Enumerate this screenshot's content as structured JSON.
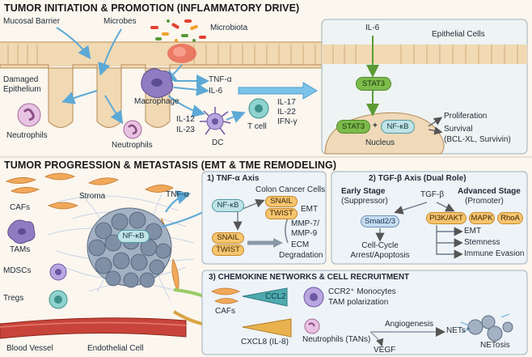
{
  "section1": {
    "title": "TUMOR INITIATION & PROMOTION (INFLAMMATORY DRIVE)",
    "mucosal_barrier": "Mucosal Barrier",
    "microbes": "Microbes",
    "microbiota": "Microbiota",
    "damaged": "Damaged",
    "epithelium": "Epithelium",
    "macrophage": "Macrophage",
    "tnf": "TNF-α",
    "il6": "IL-6",
    "il12": "IL-12",
    "il23": "IL-23",
    "dc": "DC",
    "tcell": "T cell",
    "il17": "IL-17",
    "il22": "IL-22",
    "ifn": "IFN-γ",
    "neutrophils_left": "Neutrophils",
    "neutrophils_mid": "Neutrophils",
    "epi_box": {
      "il6": "IL-6",
      "epithelial_cells": "Epithelial Cells",
      "stat3_top": "STAT3",
      "stat3_bottom": "STAT3",
      "plus": "+",
      "nfkb": "NF-κB",
      "nucleus": "Nucleus",
      "proliferation": "Proliferation",
      "survival": "Survival",
      "bcl": "(BCL-XL, Survivin)"
    }
  },
  "section2": {
    "title": "TUMOR PROGRESSION & METASTASIS (EMT & TME REMODELING)",
    "stroma": "Stroma",
    "tnf": "TNF-α",
    "cafs": "CAFs",
    "tams": "TAMs",
    "mdscs": "MDSCs",
    "tregs": "Tregs",
    "tumor_nfkb": "NF-κB",
    "blood_vessel": "Blood Vessel",
    "endothelial": "Endothelial Cell",
    "tnf_axis": {
      "title": "1) TNF-α Axis",
      "colon": "Colon Cancer Cells",
      "nfkb": "NF-κB",
      "snail1": "SNAIL",
      "twist1": "TWIST",
      "emt": "EMT",
      "snail2": "SNAIL",
      "twist2": "TWIST",
      "mmp7": "MMP-7/",
      "mmp9": "MMP-9",
      "ecm": "ECM",
      "degradation": "Degradation"
    },
    "tgf_axis": {
      "title": "2) TGF-β Axis (Dual Role)",
      "early": "Early Stage",
      "suppressor": "(Suppressor)",
      "tgfb": "TGF-β",
      "advanced": "Advanced Stage",
      "promoter": "(Promoter)",
      "smad": "Smad2/3",
      "pi3k": "PI3K/AKT",
      "mapk": "MAPK",
      "rhoa": "RhoA",
      "cellcycle": "Cell-Cycle",
      "arrest": "Arrest/Apoptosis",
      "emt": "EMT",
      "stemness": "Stemness",
      "immune": "Immune Evasion"
    },
    "chemokine": {
      "title": "3) CHEMOKINE NETWORKS & CELL RECRUITMENT",
      "cafs": "CAFs",
      "ccl2": "CCL2",
      "ccr2": "CCR2⁺ Monocytes",
      "tam_pol": "TAM polarization",
      "cxcl8": "CXCL8 (IL-8)",
      "neutrophils": "Neutrophils (TANs)",
      "angiogenesis": "Angiogenesis",
      "vegf": "VEGF",
      "nets": "NETs⁺",
      "netosis": "NETosis"
    }
  },
  "colors": {
    "epithelium": "#f1d9b3",
    "green": "#7dbb4b",
    "teal": "#bfe3e6",
    "orange": "#f6c56e",
    "blue_arrow": "#6fb6e0",
    "macrophage": "#8f7cc0",
    "neutrophil": "#c78dc0",
    "vessel": "#c8443a",
    "tumor": "#7e8fa6"
  }
}
